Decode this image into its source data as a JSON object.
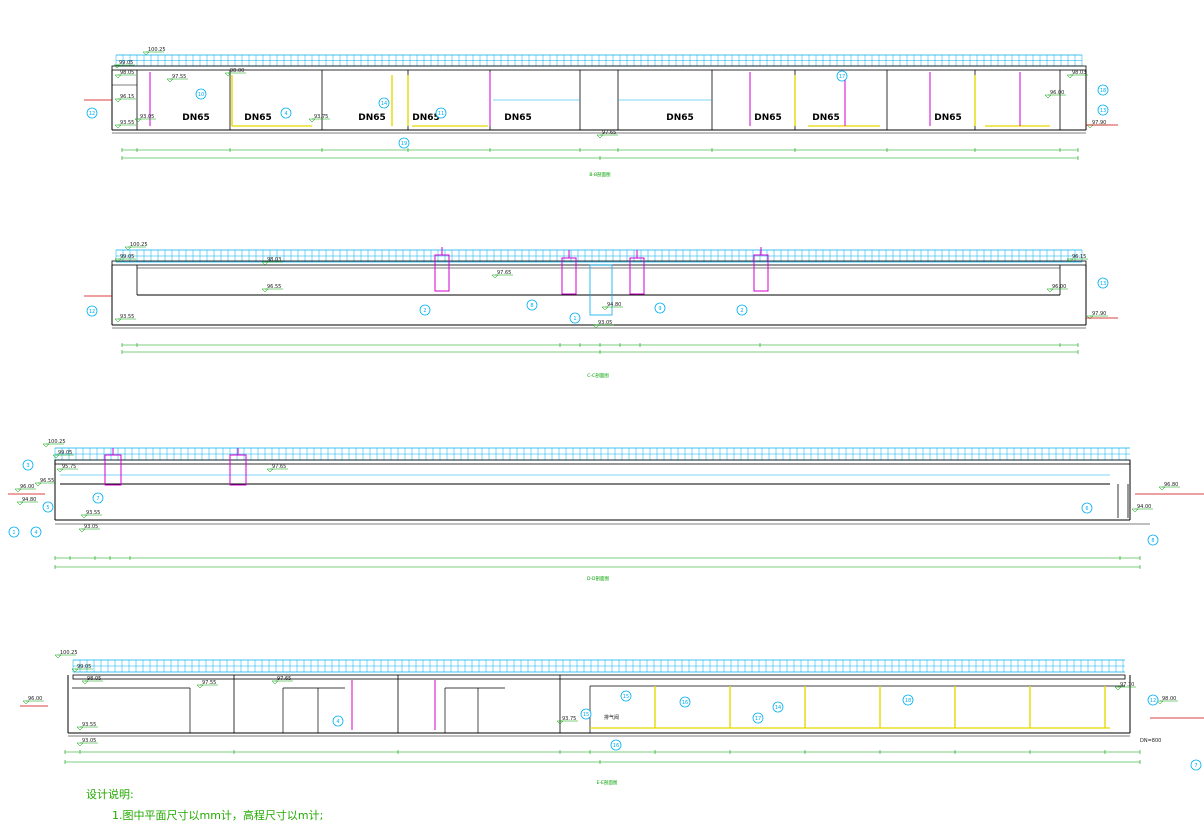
{
  "colors": {
    "outline": "#000000",
    "handrail": "#00aeef",
    "dimension": "#00a000",
    "pipe_yellow": "#e6d800",
    "pipe_magenta": "#d000d0",
    "red_pipe": "#cc0000",
    "note_text": "#22aa00"
  },
  "sections": [
    {
      "key": "s1",
      "title": "B-B剖面图",
      "levels": [
        "100.25",
        "99.05",
        "98.05",
        "97.55",
        "98.00",
        "96.15",
        "93.05",
        "93.55",
        "93.75",
        "97.65",
        "98.03",
        "96.00",
        "97.90"
      ],
      "pipes": [
        "DN65",
        "DN65",
        "DN65",
        "DN65",
        "DN65",
        "DN65",
        "DN65",
        "DN65",
        "DN65"
      ],
      "callouts": [
        "10",
        "4",
        "14",
        "11",
        "19",
        "17",
        "18",
        "13",
        "12"
      ]
    },
    {
      "key": "s2",
      "title": "C-C剖面图",
      "levels": [
        "100.25",
        "99.05",
        "98.03",
        "97.65",
        "96.55",
        "93.05",
        "94.80",
        "93.55",
        "96.00",
        "96.15",
        "97.90"
      ],
      "callouts": [
        "2",
        "8",
        "1",
        "9",
        "2",
        "13",
        "12"
      ]
    },
    {
      "key": "s3",
      "title": "D-D剖面图",
      "levels": [
        "100.25",
        "99.05",
        "97.65",
        "96.00",
        "94.80",
        "93.55",
        "93.05",
        "95.75",
        "96.55",
        "96.80",
        "94.00"
      ],
      "callouts": [
        "3",
        "7",
        "1",
        "4",
        "5",
        "6",
        "8"
      ]
    },
    {
      "key": "s4",
      "title": "E-E剖面图",
      "levels": [
        "100.25",
        "99.05",
        "98.05",
        "97.55",
        "97.65",
        "93.55",
        "93.05",
        "93.75",
        "97.10",
        "98.00",
        "96.00"
      ],
      "callouts": [
        "4",
        "15",
        "16",
        "14",
        "18",
        "17",
        "15",
        "16",
        "12",
        "7"
      ],
      "extra": [
        "DN=800",
        "排气阀"
      ]
    }
  ],
  "notes": {
    "heading": "设计说明:",
    "line1": "1.图中平面尺寸以mm计，高程尺寸以m计;"
  }
}
